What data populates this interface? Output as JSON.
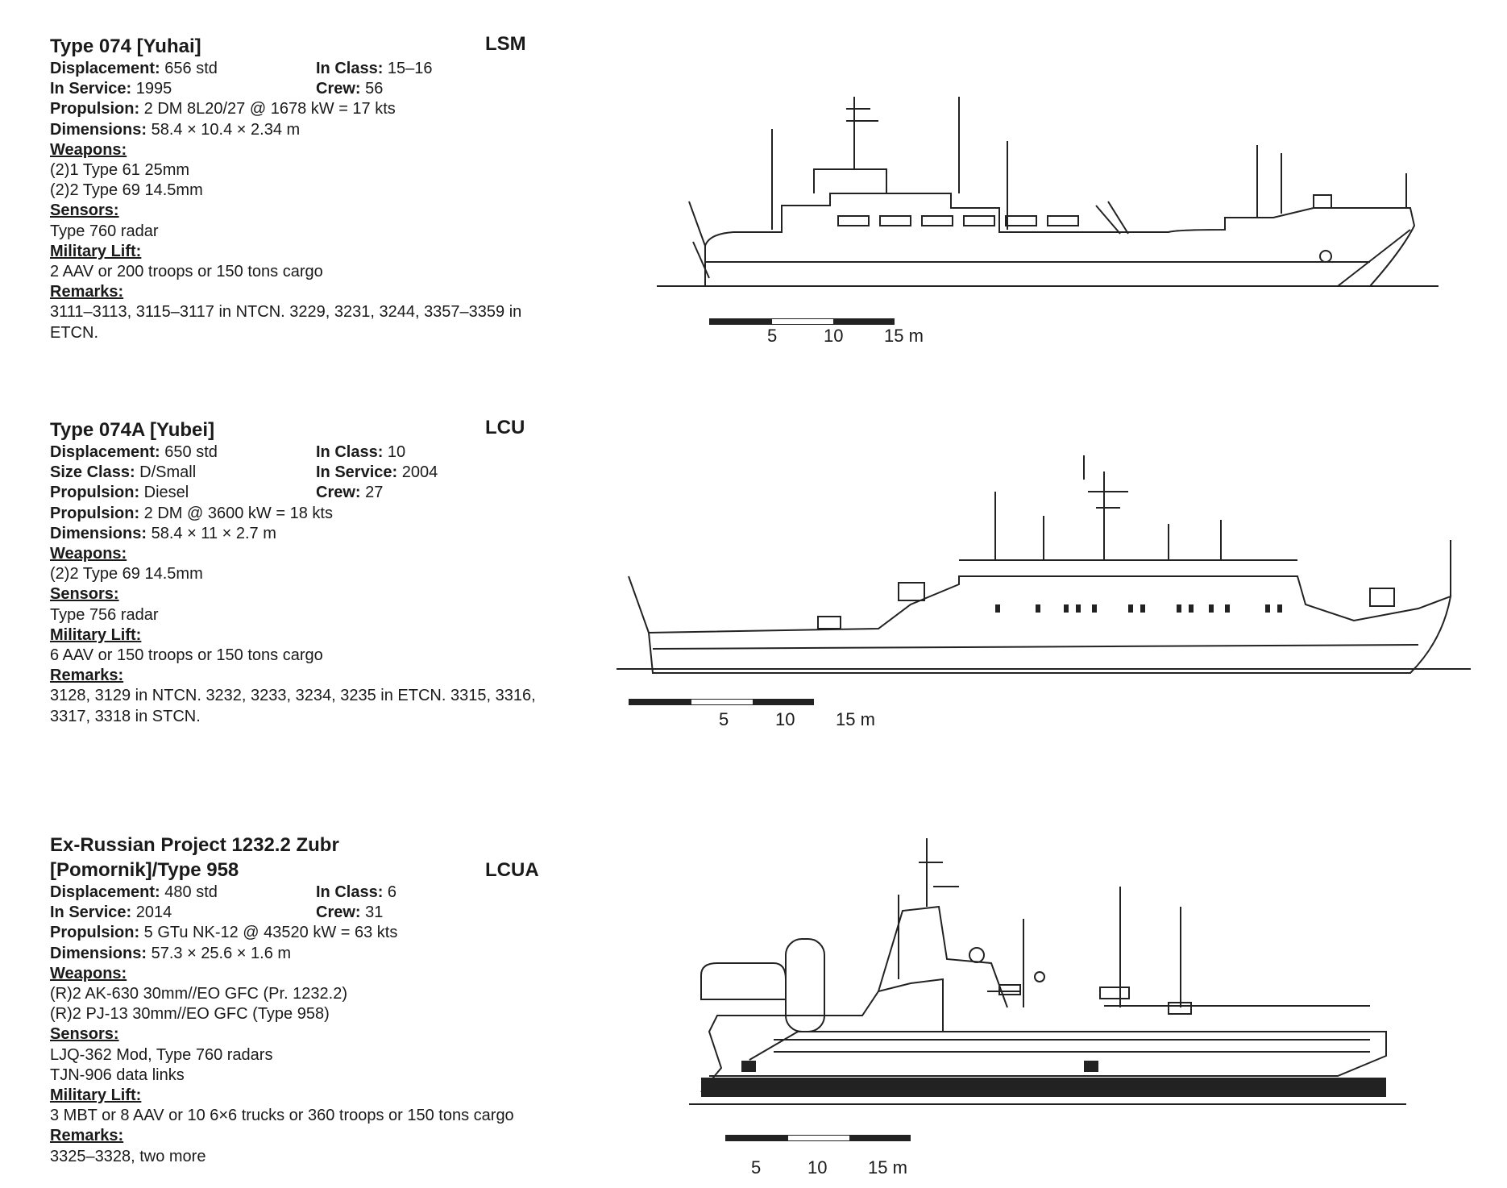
{
  "entries": [
    {
      "title": "Type 074 [Yuhai]",
      "class_code": "LSM",
      "rows": [
        [
          {
            "label": "Displacement:",
            "value": " 656 std"
          },
          {
            "label": "In Class:",
            "value": " 15–16"
          }
        ],
        [
          {
            "label": "In Service:",
            "value": " 1995"
          },
          {
            "label": "Crew:",
            "value": " 56"
          }
        ]
      ],
      "propulsion": {
        "label": "Propulsion:",
        "value": " 2 DM 8L20/27 @ 1678 kW = 17 kts"
      },
      "dimensions": {
        "label": "Dimensions:",
        "value": " 58.4 × 10.4 × 2.34 m"
      },
      "weapons_heading": "Weapons:",
      "weapons": [
        "(2)1 Type 61 25mm",
        "(2)2 Type 69 14.5mm"
      ],
      "sensors_heading": "Sensors:",
      "sensors": [
        "Type 760 radar"
      ],
      "lift_heading": "Military Lift:",
      "lift": [
        "2 AAV or 200 troops or 150 tons cargo"
      ],
      "remarks_heading": "Remarks:",
      "remarks": "3111–3113, 3115–3117 in NTCN. 3229, 3231, 3244, 3357–3359 in ETCN.",
      "scale": [
        "5",
        "10",
        "15 m"
      ]
    },
    {
      "title": "Type 074A [Yubei]",
      "class_code": "LCU",
      "rows": [
        [
          {
            "label": "Displacement:",
            "value": " 650 std"
          },
          {
            "label": "In Class:",
            "value": " 10"
          }
        ],
        [
          {
            "label": "Size Class:",
            "value": " D/Small"
          },
          {
            "label": "In Service:",
            "value": " 2004"
          }
        ],
        [
          {
            "label": "Propulsion:",
            "value": " Diesel"
          },
          {
            "label": "Crew:",
            "value": " 27"
          }
        ]
      ],
      "propulsion": {
        "label": "Propulsion:",
        "value": " 2 DM @ 3600 kW = 18 kts"
      },
      "dimensions": {
        "label": "Dimensions:",
        "value": " 58.4 × 11 × 2.7 m"
      },
      "weapons_heading": "Weapons:",
      "weapons": [
        "(2)2 Type 69 14.5mm"
      ],
      "sensors_heading": "Sensors:",
      "sensors": [
        "Type 756 radar"
      ],
      "lift_heading": "Military Lift:",
      "lift": [
        "6 AAV or 150 troops or 150 tons cargo"
      ],
      "remarks_heading": "Remarks:",
      "remarks": "3128, 3129 in NTCN. 3232, 3233, 3234, 3235 in ETCN. 3315, 3316, 3317, 3318 in STCN.",
      "scale": [
        "5",
        "10",
        "15 m"
      ]
    },
    {
      "title_line1": "Ex-Russian Project 1232.2 Zubr",
      "title_line2": "[Pomornik]/Type 958",
      "class_code": "LCUA",
      "rows": [
        [
          {
            "label": "Displacement:",
            "value": " 480 std"
          },
          {
            "label": "In Class:",
            "value": " 6"
          }
        ],
        [
          {
            "label": "In Service:",
            "value": " 2014"
          },
          {
            "label": "Crew:",
            "value": " 31"
          }
        ]
      ],
      "propulsion": {
        "label": "Propulsion:",
        "value": " 5 GTu NK-12 @ 43520 kW = 63 kts"
      },
      "dimensions": {
        "label": "Dimensions:",
        "value": " 57.3 × 25.6 × 1.6 m"
      },
      "weapons_heading": "Weapons:",
      "weapons": [
        "(R)2 AK-630 30mm//EO GFC (Pr. 1232.2)",
        "(R)2 PJ-13 30mm//EO GFC (Type 958)"
      ],
      "sensors_heading": "Sensors:",
      "sensors": [
        "LJQ-362 Mod, Type 760 radars",
        "TJN-906 data links"
      ],
      "lift_heading": "Military Lift:",
      "lift": [
        "3 MBT or 8 AAV or 10 6×6 trucks or 360 troops or 150 tons cargo"
      ],
      "remarks_heading": "Remarks:",
      "remarks": "3325–3328, two more",
      "scale": [
        "5",
        "10",
        "15 m"
      ]
    }
  ]
}
